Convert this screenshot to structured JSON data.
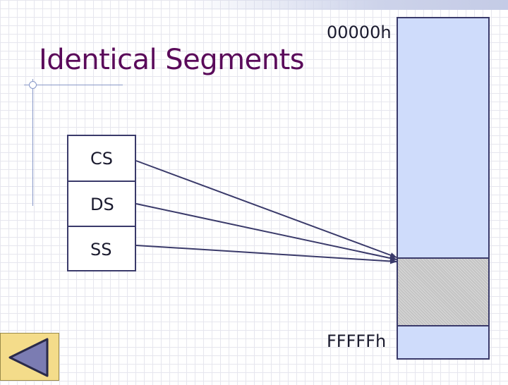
{
  "slide": {
    "title": "Identical Segments"
  },
  "memory": {
    "top_address": "00000h",
    "bottom_address": "FFFFFh"
  },
  "registers": [
    {
      "label": "CS"
    },
    {
      "label": "DS"
    },
    {
      "label": "SS"
    }
  ],
  "colors": {
    "title": "#5a0a5a",
    "memory_fill": "#cfdcfb",
    "segment_fill": "#c4c4c4",
    "outline": "#3a3a6a",
    "nav_button": "#f4dc8a",
    "nav_arrow": "#7b7cb2"
  },
  "icons": {
    "nav": "triangle-left-icon"
  }
}
